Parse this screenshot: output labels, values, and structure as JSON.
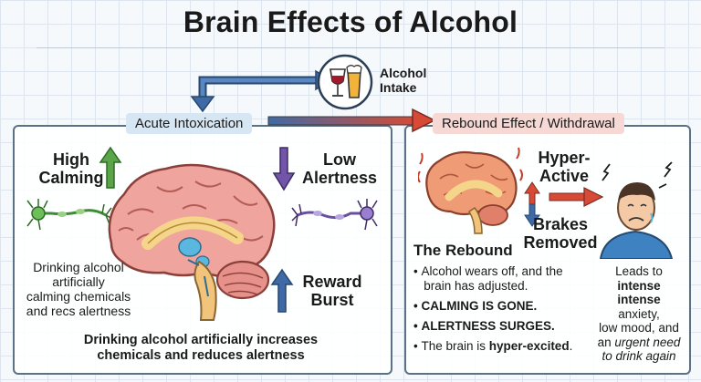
{
  "title": "Brain Effects of Alcohol",
  "intake": {
    "line1": "Alcohol",
    "line2": "Intake",
    "icon": "wine-beer-icon"
  },
  "acute": {
    "heading": "Acute Intoxication",
    "high_calming": [
      "High",
      "Calming"
    ],
    "low_alertness": [
      "Low",
      "Alertness"
    ],
    "reward_burst": [
      "Reward",
      "Burst"
    ],
    "left_note": [
      "Drinking alcohol",
      "artificially",
      "calming chemicals",
      "and recs alertness"
    ],
    "caption": [
      "Drinking alcohol artificially increases",
      "chemicals and reduces alertness"
    ]
  },
  "rebound": {
    "heading": "Rebound Effect / Withdrawal",
    "hyper_active": [
      "Hyper-",
      "Active"
    ],
    "brakes_removed": [
      "Brakes",
      "Removed"
    ],
    "subheading": "The Rebound",
    "bullets": [
      [
        "Alcohol wears off, and the",
        "brain has adjusted."
      ],
      [
        "CALMING IS GONE."
      ],
      [
        "ALERTNESS SURGES."
      ],
      [
        "The brain is ",
        "hyper-excited",
        "."
      ]
    ],
    "leads_to": {
      "l1": "Leads to",
      "l2": "intense",
      "l3": "intense",
      "l4": "anxiety,",
      "l5": "low mood, and",
      "l6a": "an ",
      "l6b": "urgent need",
      "l7": "to drink again"
    }
  },
  "colors": {
    "blue_arrow": "#3f6aa6",
    "red_arrow": "#d64a36",
    "green_arrow": "#5aa547",
    "purple_arrow": "#7254a8",
    "brain_pink": "#f0a49e",
    "brain_orange": "#ee9b76"
  }
}
